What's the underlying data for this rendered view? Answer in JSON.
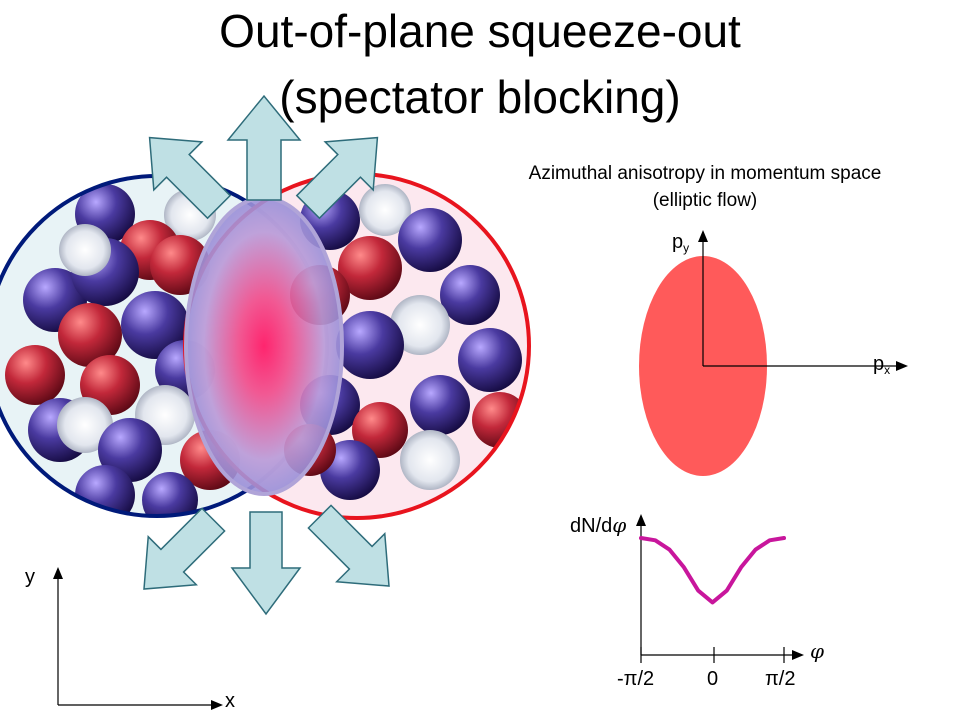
{
  "title": {
    "line1": "Out-of-plane squeeze-out",
    "line2": "(spectator blocking)"
  },
  "caption": {
    "line1": "Azimuthal anisotropy in momentum space",
    "line2": "(elliptic flow)"
  },
  "momentum_axes": {
    "py_base": "p",
    "py_sub": "y",
    "px_base": "p",
    "px_sub": "x"
  },
  "dist_plot": {
    "ylabel_prefix": "dN/d",
    "ylabel_phi": "φ",
    "xlabel_phi": "φ",
    "tick_neg_pi2": "-π/2",
    "tick_zero": "0",
    "tick_pi2": "π/2"
  },
  "chart_data": {
    "type": "line",
    "x": [
      -1.5708,
      -1.2566,
      -0.9425,
      -0.6283,
      -0.3142,
      0,
      0.3142,
      0.6283,
      0.9425,
      1.2566,
      1.5708
    ],
    "series": [
      {
        "values": [
          1.0,
          0.98,
          0.9,
          0.75,
          0.55,
          0.45,
          0.55,
          0.75,
          0.9,
          0.98,
          1.0
        ]
      }
    ],
    "xlabel": "φ",
    "ylabel": "dN/dφ",
    "xticks": [
      "-π/2",
      "0",
      "π/2"
    ],
    "curve_color": "#c8169c"
  },
  "coord_axes": {
    "y_label": "y",
    "x_label": "x"
  },
  "colors": {
    "nucleus_left_outline": "#001a7a",
    "nucleus_right_outline": "#e8141e",
    "nucleus_left_fill": "#e8f3f6",
    "nucleus_right_fill": "#fbe4ec",
    "proton": "#c2283a",
    "neutron": "#4a3aa0",
    "fireball": "#ff2a6a",
    "momentum_ellipse": "#ff5a5a",
    "arrow_fill": "#bfe0e4",
    "arrow_stroke": "#2e6c7a"
  }
}
